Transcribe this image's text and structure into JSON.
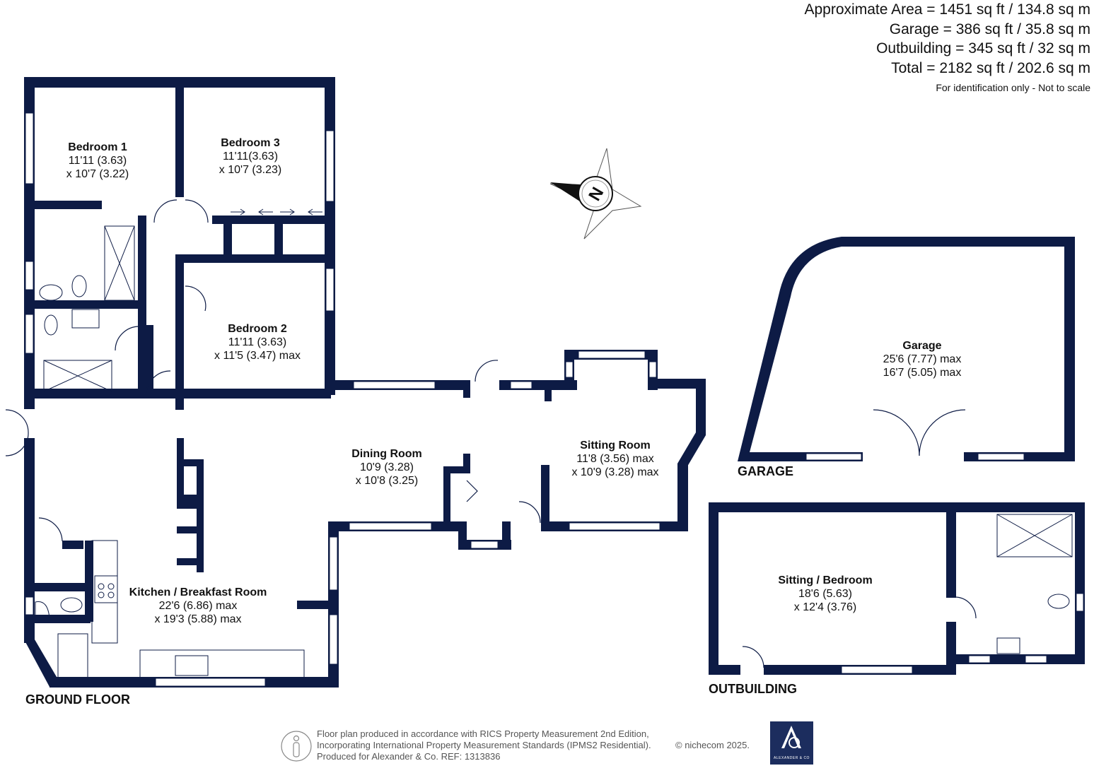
{
  "areas": {
    "approximate": "Approximate Area = 1451 sq ft / 134.8 sq m",
    "garage": "Garage = 386 sq ft / 35.8 sq m",
    "outbuilding": "Outbuilding = 345 sq ft / 32 sq m",
    "total": "Total = 2182 sq ft / 202.6 sq m",
    "note": "For identification only - Not to scale"
  },
  "rooms": {
    "bedroom1": {
      "name": "Bedroom 1",
      "dim1": "11'11 (3.63)",
      "dim2": "x 10'7 (3.22)"
    },
    "bedroom3": {
      "name": "Bedroom 3",
      "dim1": "11'11(3.63)",
      "dim2": "x 10'7 (3.23)"
    },
    "bedroom2": {
      "name": "Bedroom 2",
      "dim1": "11'11 (3.63)",
      "dim2": "x 11'5 (3.47) max"
    },
    "dining": {
      "name": "Dining Room",
      "dim1": "10'9 (3.28)",
      "dim2": "x 10'8 (3.25)"
    },
    "sitting": {
      "name": "Sitting Room",
      "dim1": "11'8 (3.56) max",
      "dim2": "x 10'9 (3.28) max"
    },
    "kitchen": {
      "name": "Kitchen / Breakfast Room",
      "dim1": "22'6 (6.86) max",
      "dim2": "x 19'3 (5.88) max"
    },
    "garage": {
      "name": "Garage",
      "dim1": "25'6 (7.77) max",
      "dim2": "16'7 (5.05) max"
    },
    "sitting_bedroom": {
      "name": "Sitting / Bedroom",
      "dim1": "18'6 (5.63)",
      "dim2": "x 12'4 (3.76)"
    }
  },
  "floor_labels": {
    "ground": "GROUND FLOOR",
    "garage": "GARAGE",
    "outbuilding": "OUTBUILDING"
  },
  "compass": {
    "letter": "N",
    "icon": "compass-icon"
  },
  "footer": {
    "line1": "Floor plan produced in accordance with RICS Property Measurement 2nd Edition,",
    "line2": "Incorporating International Property Measurement Standards (IPMS2 Residential).",
    "line3": "Produced for Alexander & Co.   REF:  1313836",
    "copyright": "© nichecom 2025.",
    "logo_text": "ALEXANDER & CO"
  },
  "colors": {
    "wall": "#0d1b45",
    "window": "#ffffff",
    "logo_bg": "#1c2d5e"
  }
}
